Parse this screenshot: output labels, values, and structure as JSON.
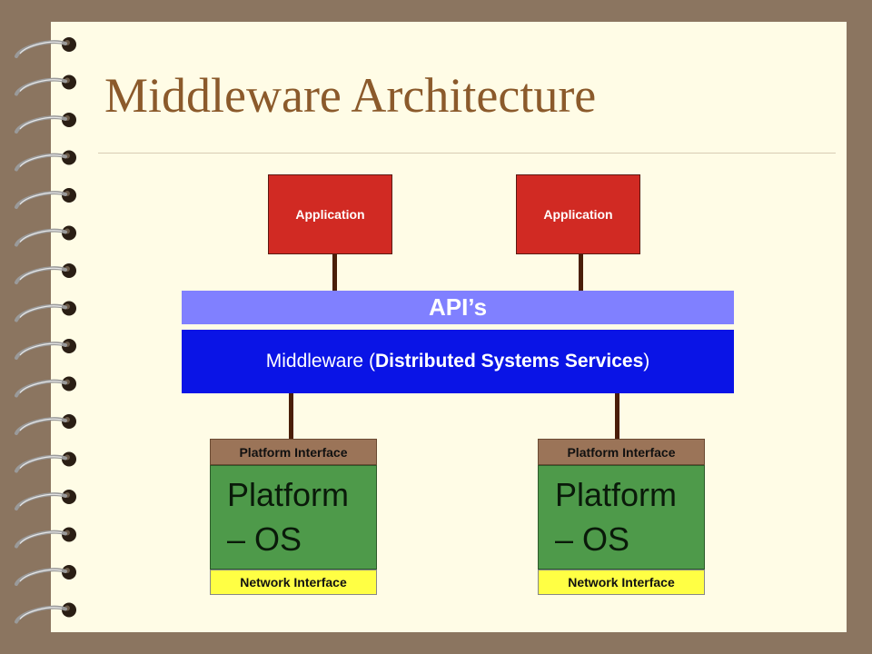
{
  "slide": {
    "title": "Middleware Architecture"
  },
  "diagram": {
    "applications": [
      "Application",
      "Application"
    ],
    "api_label": "API’s",
    "middleware": {
      "prefix": "Middleware (",
      "bold": "Distributed Systems Services",
      "suffix": ")"
    },
    "platforms": [
      {
        "top_label": "Platform Interface",
        "line1": "Platform",
        "line2": "– OS",
        "bottom_label": "Network Interface"
      },
      {
        "top_label": "Platform Interface",
        "line1": "Platform",
        "line2": "– OS",
        "bottom_label": "Network Interface"
      }
    ]
  },
  "colors": {
    "frame": "#8b7560",
    "page": "#fffce6",
    "title": "#8b5a2b",
    "application": "#d12a23",
    "api": "#8080ff",
    "middleware": "#0a14e6",
    "platform_interface": "#9b7458",
    "platform": "#4e9a4a",
    "network_interface": "#ffff44",
    "connector": "#4a1e08"
  }
}
